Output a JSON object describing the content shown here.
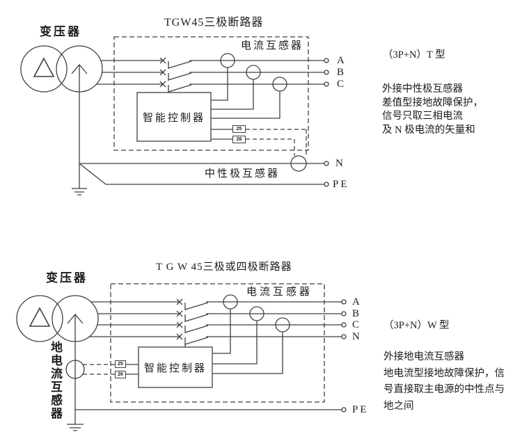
{
  "colors": {
    "background": "#ffffff",
    "line": "#3f3f3f",
    "text": "#1b1b1b"
  },
  "top_diagram": {
    "transformer_label": "变压器",
    "title": "TGW45三极断路器",
    "ct_label": "电流互感器",
    "controller_label": "智能控制器",
    "neutral_ct_label": "中性极互感器",
    "terminals": {
      "t25": "25",
      "t26": "26"
    },
    "phase_labels": [
      "A",
      "B",
      "C"
    ],
    "neutral_label": "N",
    "pe_label": "PE",
    "note": {
      "type_label": "（3P+N）T 型",
      "lines": [
        "外接中性极互感器",
        "差值型接地故障保护，",
        "信号只取三相电流",
        "及 N 极电流的矢量和"
      ]
    }
  },
  "bottom_diagram": {
    "transformer_label": "变压器",
    "title": "T G W  45三极或四极断路器",
    "ct_label": "电流互感器",
    "controller_label": "智能控制器",
    "ground_ct_label": "地电流互感器",
    "terminals": {
      "t25": "25",
      "t26": "26"
    },
    "phase_labels": [
      "A",
      "B",
      "C",
      "N"
    ],
    "pe_label": "PE",
    "note": {
      "type_label": "（3P+N）W 型",
      "lines": [
        "外接地电流互感器",
        "地电流型接地故障保护，信",
        "号直接取主电源的中性点与",
        "地之间"
      ]
    }
  }
}
